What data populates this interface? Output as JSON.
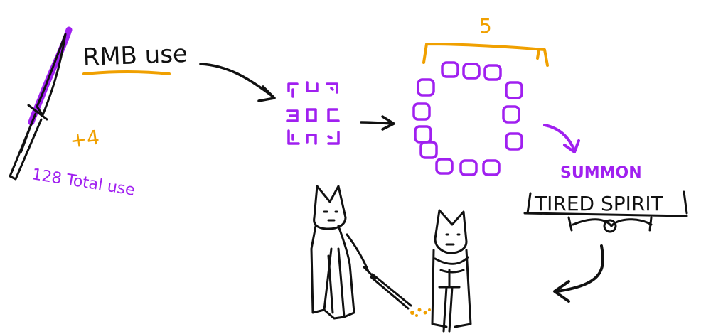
{
  "labels": {
    "rmb_use": "RMB use",
    "plus_count": "+4",
    "total_use": "128 Total use",
    "count_5": "5",
    "summon": "SUMMON",
    "entity": "TIRED SPIRIT"
  },
  "colors": {
    "ink": "#111111",
    "purple": "#a020f0",
    "gold": "#f0a000"
  },
  "icons": {
    "tool": "dagger-icon",
    "small_ring": "small-block-ring-icon",
    "big_ring": "large-block-ring-icon",
    "figures": "cat-eared-figures-icon"
  }
}
